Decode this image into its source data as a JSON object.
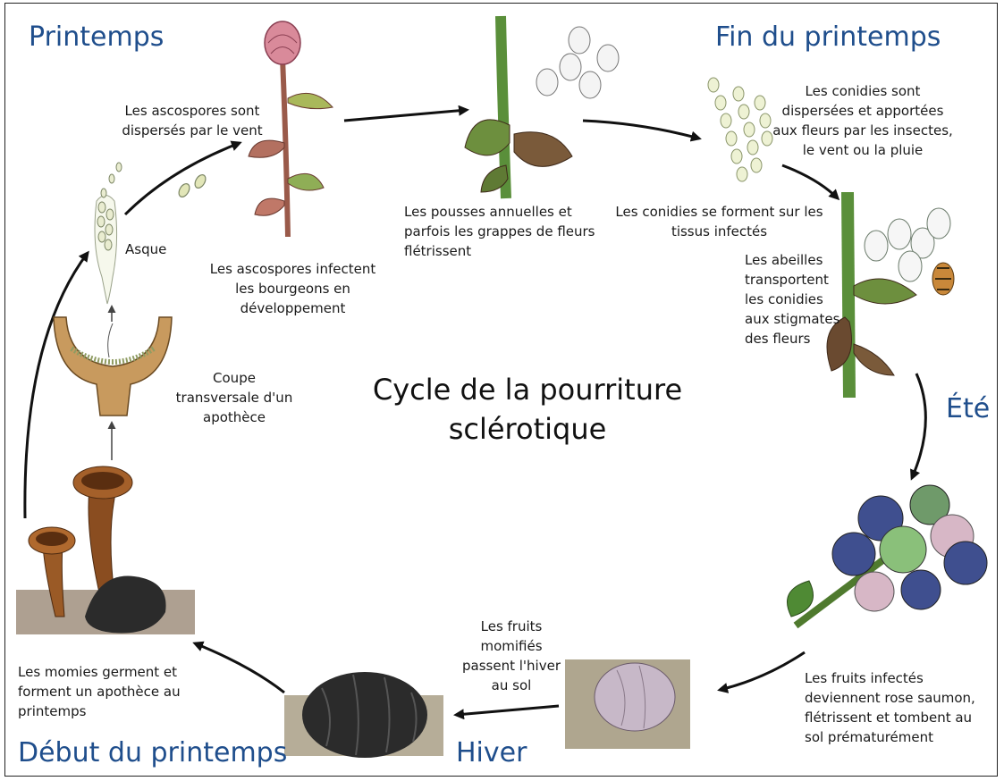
{
  "seasons": {
    "spring": "Printemps",
    "late_spring": "Fin du printemps",
    "summer": "Été",
    "winter": "Hiver",
    "early_spring": "Début du printemps"
  },
  "title": "Cycle de la pourriture sclérotique",
  "labels": {
    "ascospores_dispersed": "Les ascospores sont dispersés par le vent",
    "ascospores_infect": "Les ascospores infectent les bourgeons en développement",
    "shoots_wilt": "Les pousses annuelles et parfois les grappes de fleurs flétrissent",
    "conidia_dispersed": "Les conidies sont dispersées et apportées aux fleurs par les insectes, le vent ou la pluie",
    "conidia_form": "Les conidies se forment sur les tissus infectés",
    "bees": "Les abeilles transportent les conidies aux stigmates des fleurs",
    "asque": "Asque",
    "coupe": "Coupe transversale d'un apothèce",
    "mummies_germinate": "Les momies germent et forment un apothèce au printemps",
    "fruits_overwinter": "Les fruits momifiés passent l'hiver au sol",
    "fruits_infected": "Les fruits infectés deviennent rose saumon, flétrissent et tombent au sol prématurément"
  },
  "colors": {
    "season_text": "#1f4e8c",
    "leaf_green": "#5f9a3a",
    "berry_blue": "#3f4f8f",
    "berry_pink": "#d7b7c6",
    "mummy_black": "#2b2b2b",
    "apothecium_brown": "#8a4d20"
  }
}
